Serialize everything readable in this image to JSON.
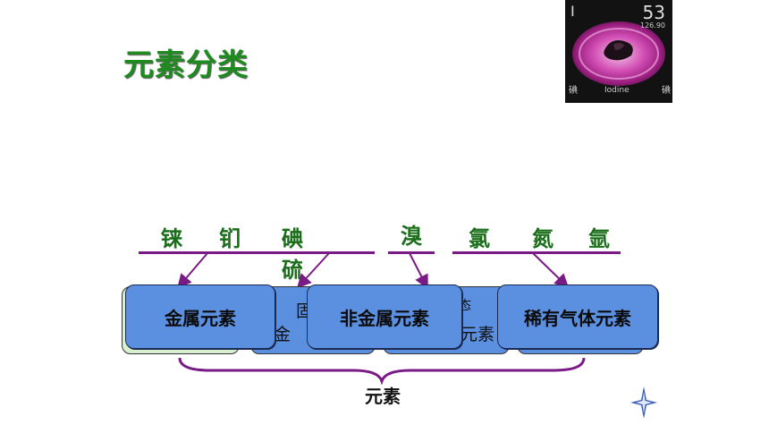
{
  "slide": {
    "title": "元素分类"
  },
  "element_tile": {
    "symbol": "I",
    "atomic_number": "53",
    "atomic_mass": "126.90",
    "name_cn": "碘",
    "name_en": "Iodine",
    "name_cn_right": "碘"
  },
  "elements": {
    "group_metal_1": "铼",
    "group_metal_2": "钔",
    "group_nonmetal_1": "碘",
    "group_nonmetal_2": "硫",
    "liquid_nonmetal": "溴",
    "noble_1": "氯",
    "noble_2": "氮",
    "noble_3": "氩"
  },
  "boxes": {
    "metal": "金属元素",
    "nonmetal": "非金属元素",
    "noble_gas": "稀有气体元素"
  },
  "hidden_back_labels": {
    "solid_1": "固",
    "solid_2": "非金",
    "liquid_1": "态",
    "liquid_2": "元素"
  },
  "bottom": {
    "label": "元素"
  },
  "colors": {
    "title": "#1f8a1f",
    "element_text": "#1a6e1a",
    "purple_lines": "#7a1a86",
    "box_blue": "#5b8fe0",
    "star": "#3b5fb8"
  }
}
